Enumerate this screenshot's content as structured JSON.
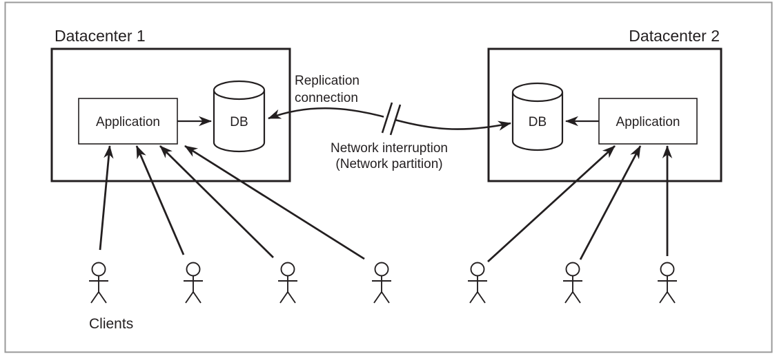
{
  "datacenter1": {
    "title": "Datacenter 1",
    "application_label": "Application",
    "db_label": "DB"
  },
  "datacenter2": {
    "title": "Datacenter 2",
    "application_label": "Application",
    "db_label": "DB"
  },
  "replication_label": {
    "line1": "Replication",
    "line2": "connection"
  },
  "interruption_label": {
    "line1": "Network interruption",
    "line2": "(Network partition)"
  },
  "clients": {
    "label": "Clients",
    "count_datacenter1": 4,
    "count_datacenter2": 3
  },
  "icons": {
    "db": "database-cylinder-icon",
    "client": "stick-figure-icon"
  },
  "colors": {
    "ink": "#231f20",
    "frame_border": "#9a9a9a",
    "background": "#ffffff"
  }
}
